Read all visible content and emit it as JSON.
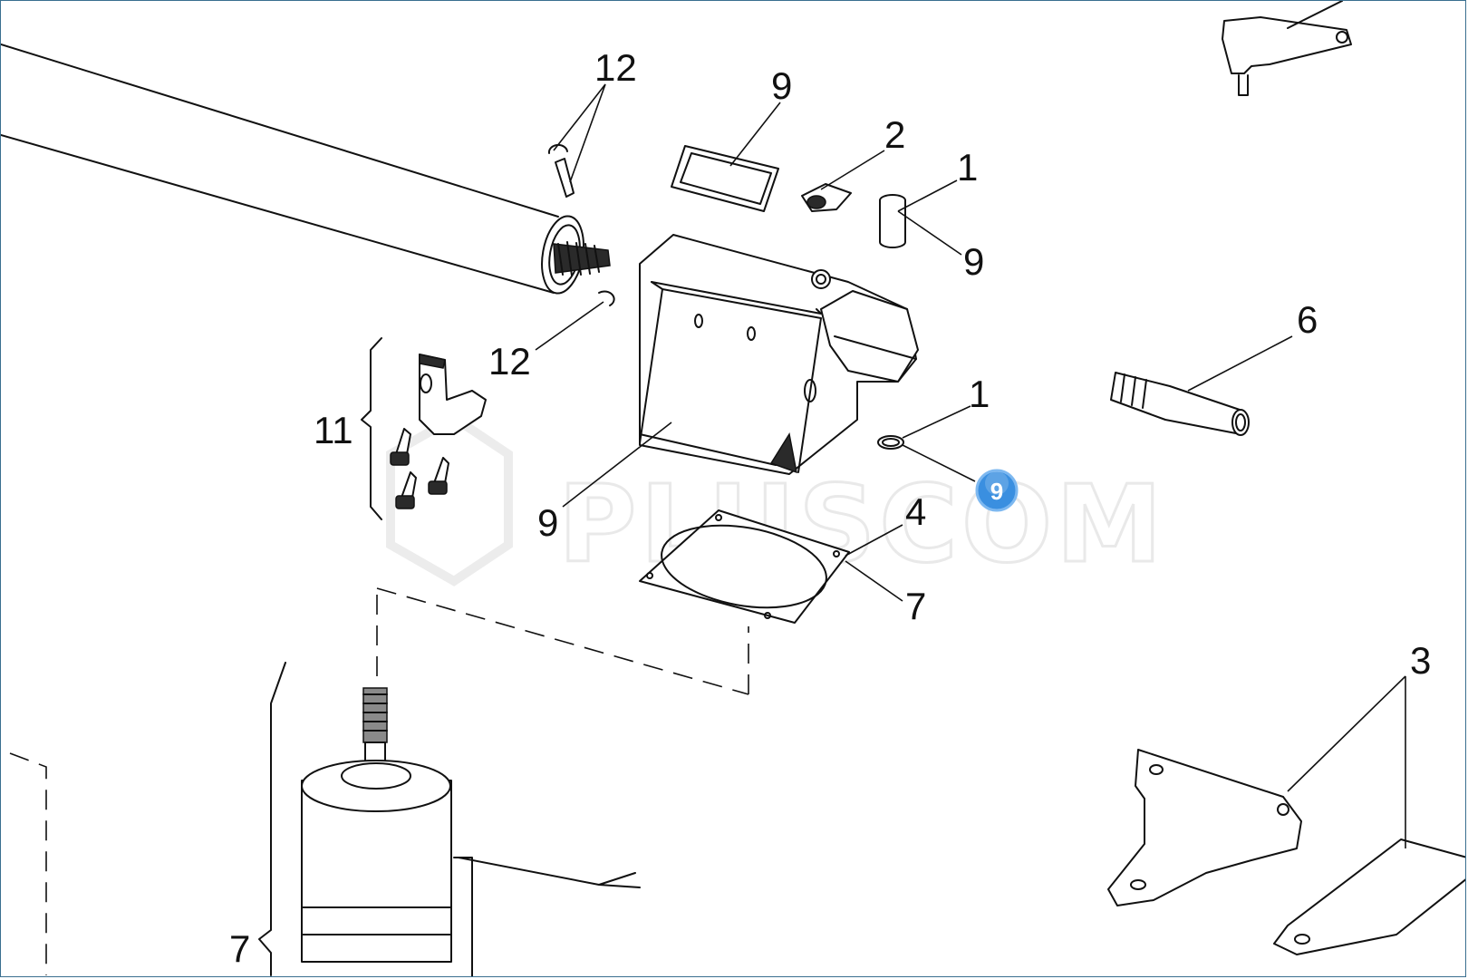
{
  "watermark": {
    "text": "PLUSCOM"
  },
  "hotspot": {
    "label": "9",
    "color": "#3a8fe0"
  },
  "labels": {
    "l12a": "12",
    "l9a": "9",
    "l2": "2",
    "l1a": "1",
    "l9b": "9",
    "l6": "6",
    "l12b": "12",
    "l11": "11",
    "l1b": "1",
    "l9c": "9",
    "l4": "4",
    "l7a": "7",
    "l3": "3",
    "l7b": "7"
  }
}
